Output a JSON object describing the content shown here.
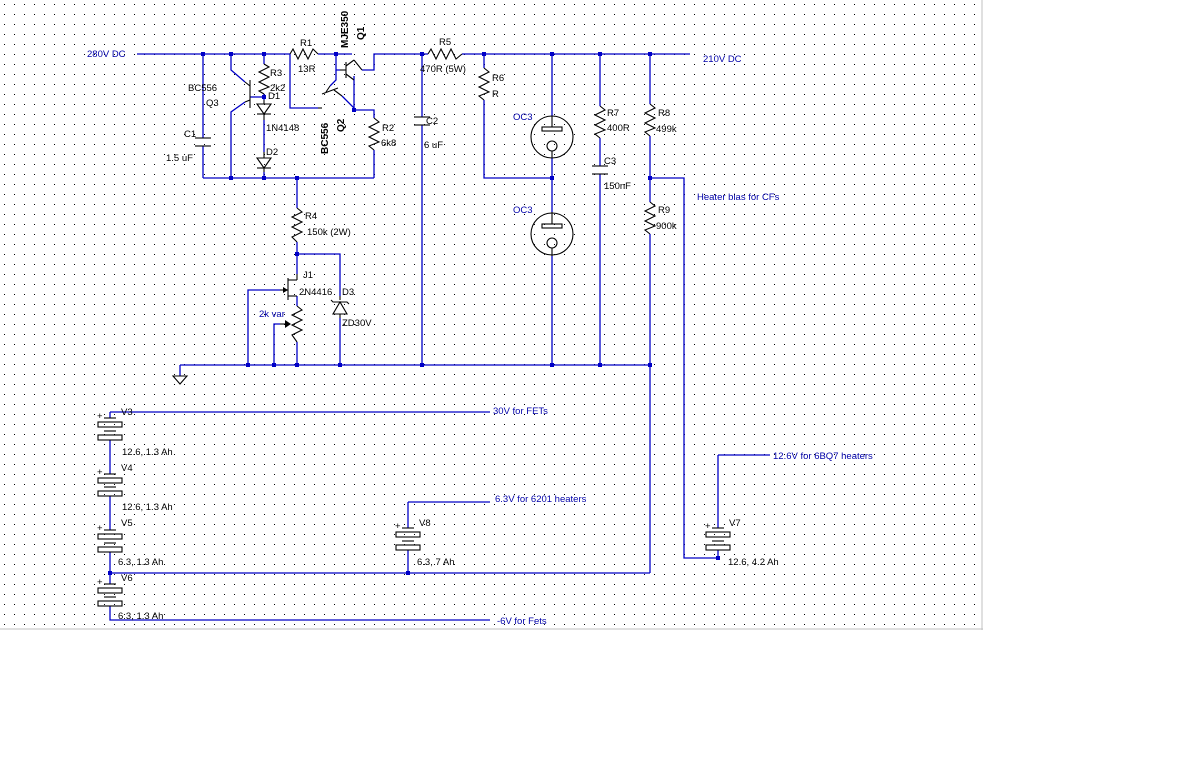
{
  "nets": {
    "in_280": "280V DC",
    "out_210": "210V DC",
    "heater_bias": "Heater bias for CFs",
    "fet_30": "30V for FETs",
    "heater_6bq7": "12.6V for 6BQ7 heaters",
    "heater_6201": "6.3V for 6201 heaters",
    "fet_neg6": "-6V for Fets"
  },
  "components": {
    "R1": {
      "ref": "R1",
      "value": "13R"
    },
    "R2": {
      "ref": "R2",
      "value": "6k8"
    },
    "R3": {
      "ref": "R3",
      "value": "2k2"
    },
    "R4": {
      "ref": "R4",
      "value": "150k (2W)"
    },
    "R5": {
      "ref": "R5",
      "value": "470R (5W)"
    },
    "R6": {
      "ref": "R6",
      "value": "R"
    },
    "R7": {
      "ref": "R7",
      "value": "400R"
    },
    "R8": {
      "ref": "R8",
      "value": "499k"
    },
    "R9": {
      "ref": "R9",
      "value": "900k"
    },
    "C1": {
      "ref": "C1",
      "value": "1.5 uF"
    },
    "C2": {
      "ref": "C2",
      "value": "6 uF"
    },
    "C3": {
      "ref": "C3",
      "value": "150nF"
    },
    "Q1": {
      "ref": "Q1",
      "value": "MJE350"
    },
    "Q2": {
      "ref": "Q2",
      "value": "BC556"
    },
    "Q3": {
      "ref": "Q3",
      "value": "BC556"
    },
    "D1": {
      "ref": "D1",
      "value": "1N4148"
    },
    "D2": {
      "ref": "D2"
    },
    "D3": {
      "ref": "D3",
      "value": "ZD30V"
    },
    "J1": {
      "ref": "J1",
      "value": "2N4416"
    },
    "POT": {
      "value": "2k var"
    },
    "T1": {
      "value": "OC3"
    },
    "T2": {
      "value": "OC3"
    },
    "V3": {
      "ref": "V3",
      "value": "12.6, 1.3 Ah"
    },
    "V4": {
      "ref": "V4",
      "value": "12.6, 1.3 Ah"
    },
    "V5": {
      "ref": "V5",
      "value": "6.3, 1.3 Ah"
    },
    "V6": {
      "ref": "V6",
      "value": "6.3, 1.3 Ah"
    },
    "V7": {
      "ref": "V7",
      "value": "12.6, 4.2 Ah"
    },
    "V8": {
      "ref": "V8",
      "value": "6.3, 7 Ah"
    }
  },
  "colors": {
    "wire": "#0000c8",
    "part": "#000000",
    "grid_dot": "#000000",
    "background": "#ffffff"
  }
}
